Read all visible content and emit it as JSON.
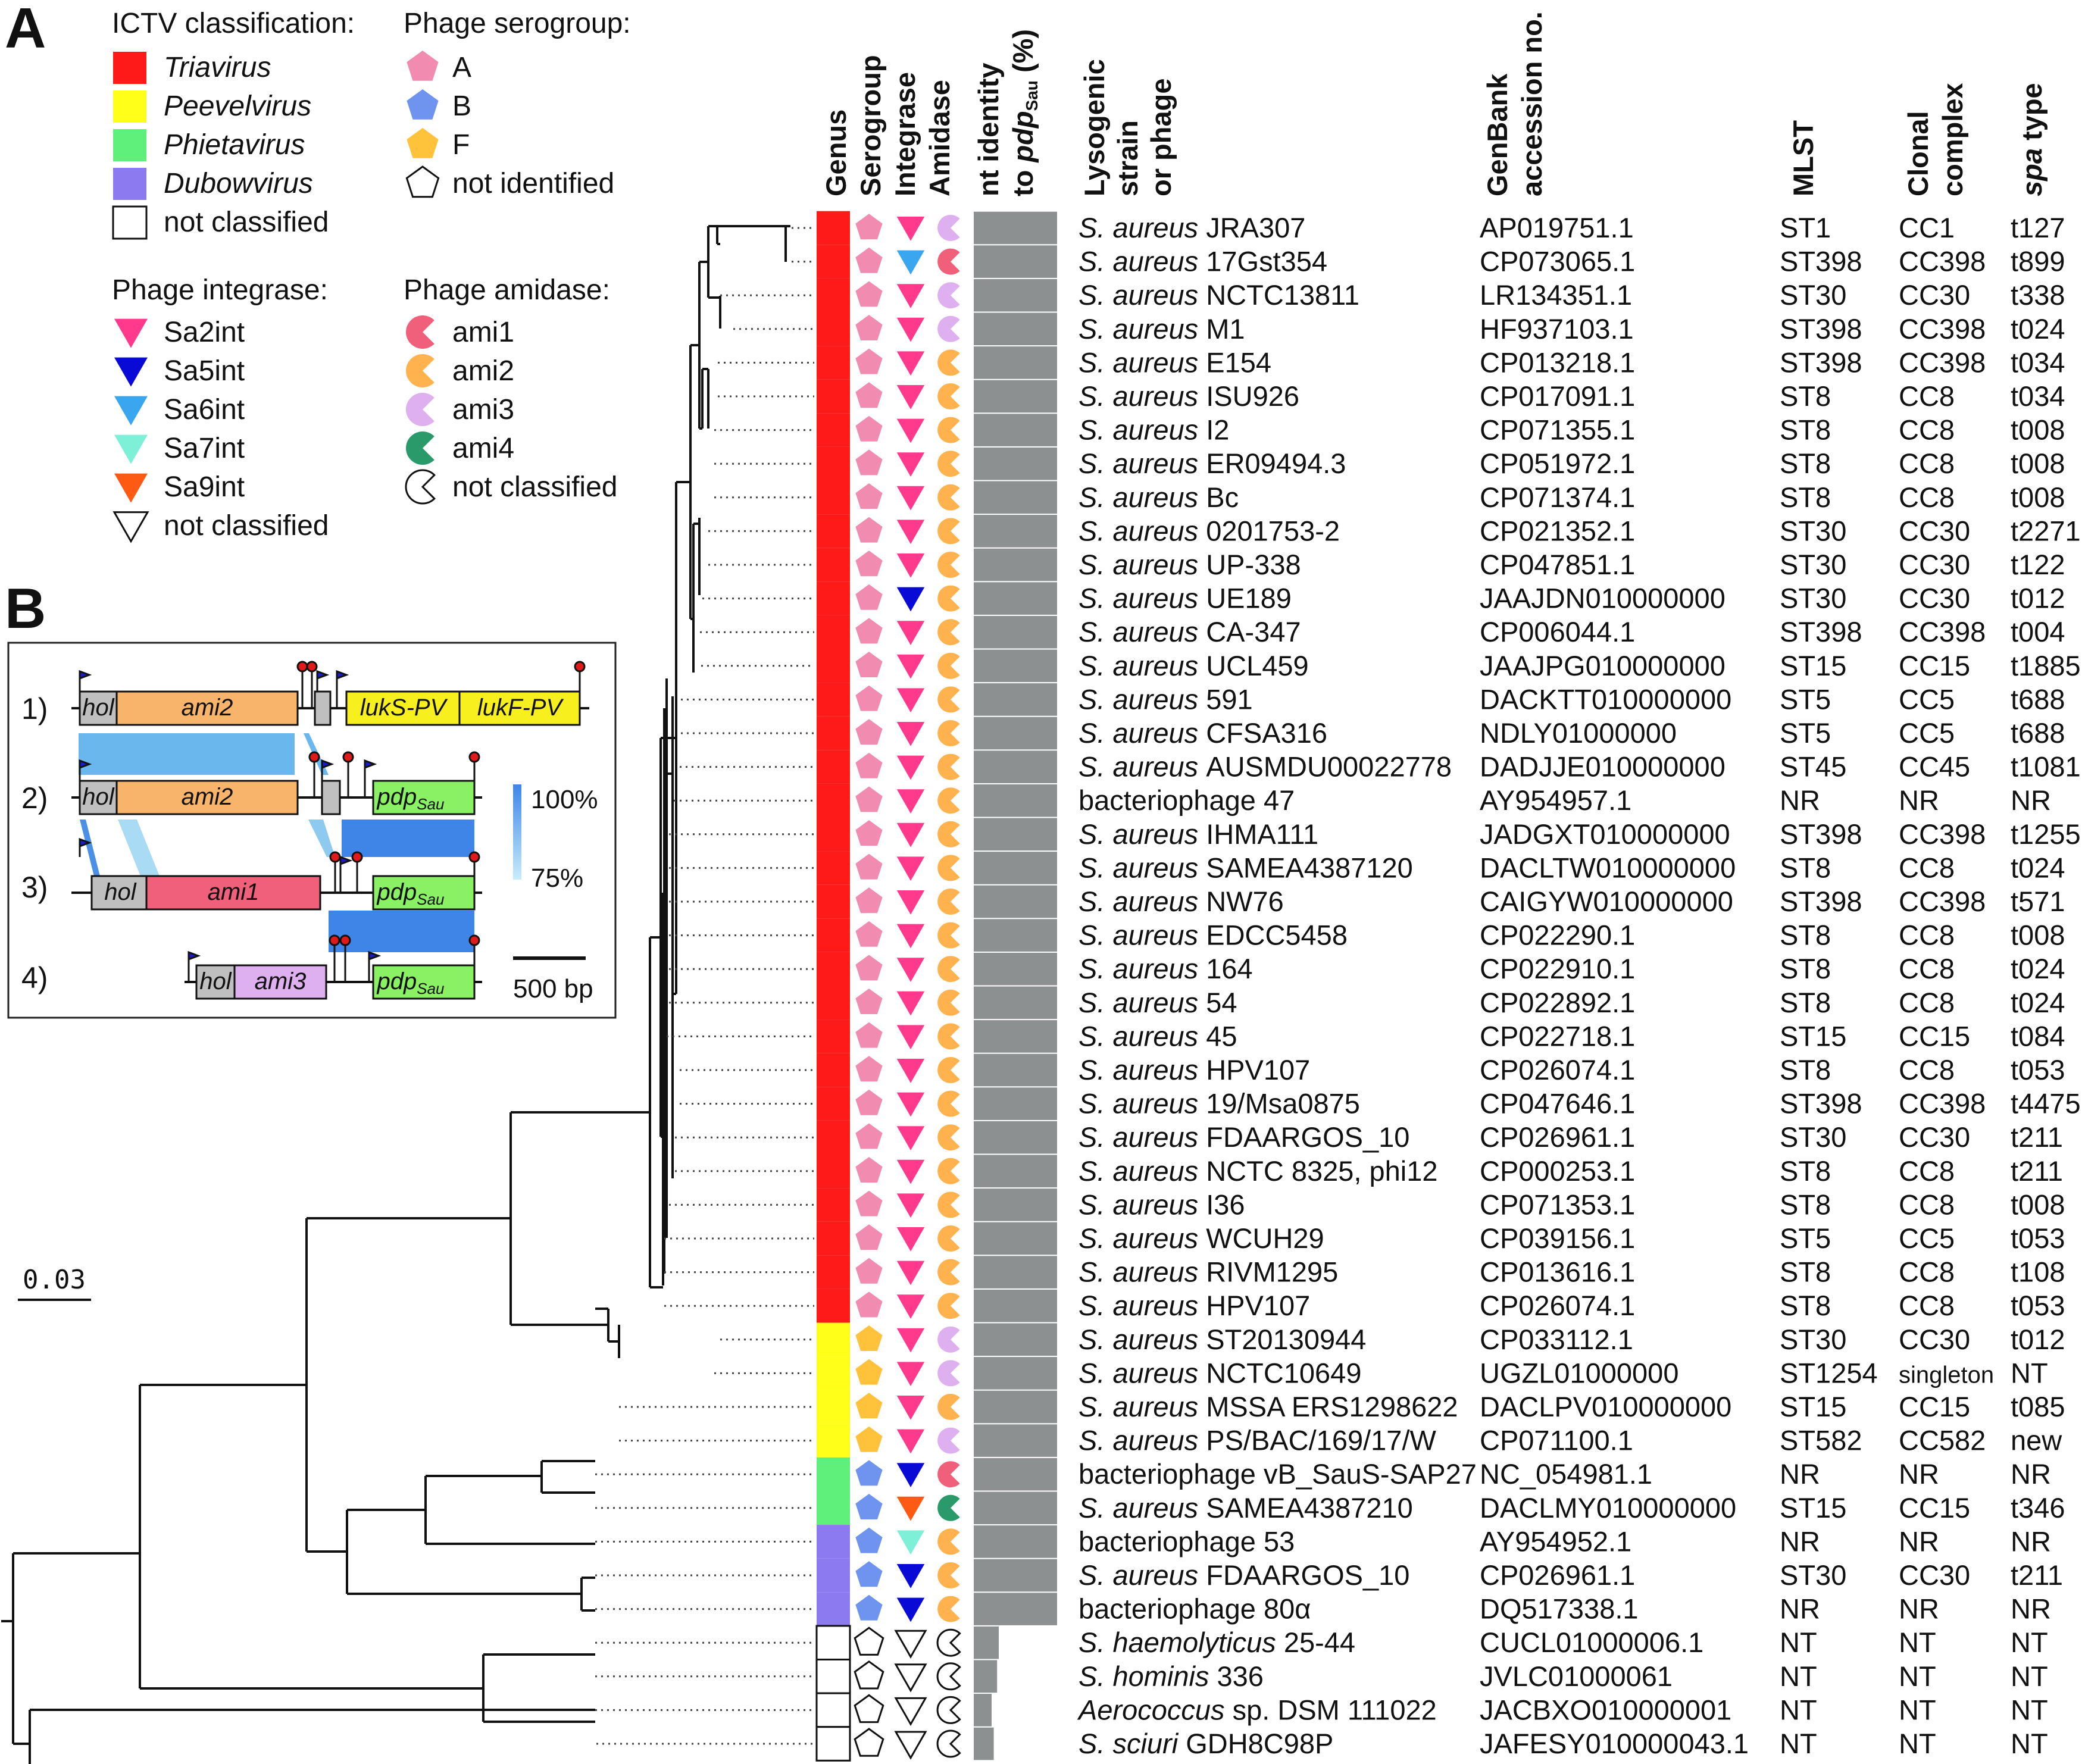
{
  "panel_labels": {
    "a": "A",
    "b": "B"
  },
  "legend": {
    "ictv_title": "ICTV classification:",
    "ictv": [
      {
        "label": "Triavirus",
        "color": "#ff1a1a"
      },
      {
        "label": "Peevelvirus",
        "color": "#ffff1a"
      },
      {
        "label": "Phietavirus",
        "color": "#5ef07a"
      },
      {
        "label": "Dubowvirus",
        "color": "#8c7bf0"
      },
      {
        "label": "not classified",
        "color": "#ffffff"
      }
    ],
    "serogroup_title": "Phage serogroup:",
    "serogroup": [
      {
        "label": "A",
        "color": "#f28bb0"
      },
      {
        "label": "B",
        "color": "#6f94f0"
      },
      {
        "label": "F",
        "color": "#ffc23a"
      },
      {
        "label": "not identified",
        "color": "#ffffff"
      }
    ],
    "integrase_title": "Phage integrase:",
    "integrase": [
      {
        "label": "Sa2int",
        "color": "#ff3a8c"
      },
      {
        "label": "Sa5int",
        "color": "#0a0ad6"
      },
      {
        "label": "Sa6int",
        "color": "#3aa6f0"
      },
      {
        "label": "Sa7int",
        "color": "#7ff0d8"
      },
      {
        "label": "Sa9int",
        "color": "#ff5a14"
      },
      {
        "label": "not classified",
        "color": "#ffffff"
      }
    ],
    "amidase_title": "Phage amidase:",
    "amidase": [
      {
        "label": "ami1",
        "color": "#f0607a"
      },
      {
        "label": "ami2",
        "color": "#ffb24d"
      },
      {
        "label": "ami3",
        "color": "#deb0f0"
      },
      {
        "label": "ami4",
        "color": "#2a9a6a"
      },
      {
        "label": "not classified",
        "color": "#ffffff"
      }
    ]
  },
  "column_headers": {
    "genus": "Genus",
    "serogroup": "Serogroup",
    "integrase": "Integrase",
    "amidase": "Amidase",
    "identity_line1": "nt identity",
    "identity_line2_prefix": "to ",
    "identity_gene": "pdp",
    "identity_sub": "Sau",
    "identity_suffix": " (%)",
    "strain_line1": "Lysogenic",
    "strain_line2": "strain",
    "strain_line3": "or phage",
    "genbank_line1": "GenBank",
    "genbank_line2": "accession no.",
    "mlst": "MLST",
    "cc_line1": "Clonal",
    "cc_line2": "complex",
    "spa_italic": "spa",
    "spa_rest": " type"
  },
  "scale_bar": "0.03",
  "rows": [
    {
      "genus": "Tri",
      "sero": "A",
      "int": "Sa2",
      "ami": "ami3",
      "identity": 100,
      "italic": "S. aureus",
      "name": "JRA307",
      "acc": "AP019751.1",
      "mlst": "ST1",
      "cc": "CC1",
      "spa": "t127"
    },
    {
      "genus": "Tri",
      "sero": "A",
      "int": "Sa6",
      "ami": "ami1",
      "identity": 100,
      "italic": "S. aureus",
      "name": "17Gst354",
      "acc": "CP073065.1",
      "mlst": "ST398",
      "cc": "CC398",
      "spa": "t899"
    },
    {
      "genus": "Tri",
      "sero": "A",
      "int": "Sa2",
      "ami": "ami3",
      "identity": 100,
      "italic": "S. aureus",
      "name": "NCTC13811",
      "acc": "LR134351.1",
      "mlst": "ST30",
      "cc": "CC30",
      "spa": "t338"
    },
    {
      "genus": "Tri",
      "sero": "A",
      "int": "Sa2",
      "ami": "ami3",
      "identity": 100,
      "italic": "S. aureus",
      "name": "M1",
      "acc": "HF937103.1",
      "mlst": "ST398",
      "cc": "CC398",
      "spa": "t024"
    },
    {
      "genus": "Tri",
      "sero": "A",
      "int": "Sa2",
      "ami": "ami2",
      "identity": 100,
      "italic": "S. aureus",
      "name": "E154",
      "acc": "CP013218.1",
      "mlst": "ST398",
      "cc": "CC398",
      "spa": "t034"
    },
    {
      "genus": "Tri",
      "sero": "A",
      "int": "Sa2",
      "ami": "ami2",
      "identity": 100,
      "italic": "S. aureus",
      "name": "ISU926",
      "acc": "CP017091.1",
      "mlst": "ST8",
      "cc": "CC8",
      "spa": "t034"
    },
    {
      "genus": "Tri",
      "sero": "A",
      "int": "Sa2",
      "ami": "ami2",
      "identity": 100,
      "italic": "S. aureus",
      "name": "I2",
      "acc": "CP071355.1",
      "mlst": "ST8",
      "cc": "CC8",
      "spa": "t008"
    },
    {
      "genus": "Tri",
      "sero": "A",
      "int": "Sa2",
      "ami": "ami2",
      "identity": 100,
      "italic": "S. aureus",
      "name": "ER09494.3",
      "acc": "CP051972.1",
      "mlst": "ST8",
      "cc": "CC8",
      "spa": "t008"
    },
    {
      "genus": "Tri",
      "sero": "A",
      "int": "Sa2",
      "ami": "ami2",
      "identity": 100,
      "italic": "S. aureus",
      "name": "Bc",
      "acc": "CP071374.1",
      "mlst": "ST8",
      "cc": "CC8",
      "spa": "t008"
    },
    {
      "genus": "Tri",
      "sero": "A",
      "int": "Sa2",
      "ami": "ami2",
      "identity": 100,
      "italic": "S. aureus",
      "name": "0201753-2",
      "acc": "CP021352.1",
      "mlst": "ST30",
      "cc": "CC30",
      "spa": "t2271"
    },
    {
      "genus": "Tri",
      "sero": "A",
      "int": "Sa2",
      "ami": "ami2",
      "identity": 100,
      "italic": "S. aureus",
      "name": "UP-338",
      "acc": "CP047851.1",
      "mlst": "ST30",
      "cc": "CC30",
      "spa": "t122"
    },
    {
      "genus": "Tri",
      "sero": "A",
      "int": "Sa5",
      "ami": "ami2",
      "identity": 100,
      "italic": "S. aureus",
      "name": "UE189",
      "acc": "JAAJDN010000000",
      "mlst": "ST30",
      "cc": "CC30",
      "spa": "t012"
    },
    {
      "genus": "Tri",
      "sero": "A",
      "int": "Sa2",
      "ami": "ami2",
      "identity": 100,
      "italic": "S. aureus",
      "name": "CA-347",
      "acc": "CP006044.1",
      "mlst": "ST398",
      "cc": "CC398",
      "spa": "t004"
    },
    {
      "genus": "Tri",
      "sero": "A",
      "int": "Sa2",
      "ami": "ami2",
      "identity": 100,
      "italic": "S. aureus",
      "name": "UCL459",
      "acc": "JAAJPG010000000",
      "mlst": "ST15",
      "cc": "CC15",
      "spa": "t1885"
    },
    {
      "genus": "Tri",
      "sero": "A",
      "int": "Sa2",
      "ami": "ami2",
      "identity": 100,
      "italic": "S. aureus",
      "name": "591",
      "acc": "DACKTT010000000",
      "mlst": "ST5",
      "cc": "CC5",
      "spa": "t688"
    },
    {
      "genus": "Tri",
      "sero": "A",
      "int": "Sa2",
      "ami": "ami2",
      "identity": 100,
      "italic": "S. aureus",
      "name": "CFSA316",
      "acc": "NDLY01000000",
      "mlst": "ST5",
      "cc": "CC5",
      "spa": "t688"
    },
    {
      "genus": "Tri",
      "sero": "A",
      "int": "Sa2",
      "ami": "ami2",
      "identity": 100,
      "italic": "S. aureus",
      "name": "AUSMDU00022778",
      "acc": "DADJJE010000000",
      "mlst": "ST45",
      "cc": "CC45",
      "spa": "t1081"
    },
    {
      "genus": "Tri",
      "sero": "A",
      "int": "Sa2",
      "ami": "ami2",
      "identity": 100,
      "italic": "",
      "name": "bacteriophage 47",
      "acc": "AY954957.1",
      "mlst": "NR",
      "cc": "NR",
      "spa": "NR"
    },
    {
      "genus": "Tri",
      "sero": "A",
      "int": "Sa2",
      "ami": "ami2",
      "identity": 100,
      "italic": "S. aureus",
      "name": "IHMA111",
      "acc": "JADGXT010000000",
      "mlst": "ST398",
      "cc": "CC398",
      "spa": "t1255"
    },
    {
      "genus": "Tri",
      "sero": "A",
      "int": "Sa2",
      "ami": "ami2",
      "identity": 100,
      "italic": "S. aureus",
      "name": "SAMEA4387120",
      "acc": "DACLTW010000000",
      "mlst": "ST8",
      "cc": "CC8",
      "spa": "t024"
    },
    {
      "genus": "Tri",
      "sero": "A",
      "int": "Sa2",
      "ami": "ami2",
      "identity": 100,
      "italic": "S. aureus",
      "name": "NW76",
      "acc": "CAIGYW010000000",
      "mlst": "ST398",
      "cc": "CC398",
      "spa": "t571"
    },
    {
      "genus": "Tri",
      "sero": "A",
      "int": "Sa2",
      "ami": "ami2",
      "identity": 100,
      "italic": "S. aureus",
      "name": "EDCC5458",
      "acc": "CP022290.1",
      "mlst": "ST8",
      "cc": "CC8",
      "spa": "t008"
    },
    {
      "genus": "Tri",
      "sero": "A",
      "int": "Sa2",
      "ami": "ami2",
      "identity": 100,
      "italic": "S. aureus",
      "name": "164",
      "acc": "CP022910.1",
      "mlst": "ST8",
      "cc": "CC8",
      "spa": "t024"
    },
    {
      "genus": "Tri",
      "sero": "A",
      "int": "Sa2",
      "ami": "ami2",
      "identity": 100,
      "italic": "S. aureus",
      "name": "54",
      "acc": "CP022892.1",
      "mlst": "ST8",
      "cc": "CC8",
      "spa": "t024"
    },
    {
      "genus": "Tri",
      "sero": "A",
      "int": "Sa2",
      "ami": "ami2",
      "identity": 100,
      "italic": "S. aureus",
      "name": "45",
      "acc": "CP022718.1",
      "mlst": "ST15",
      "cc": "CC15",
      "spa": "t084"
    },
    {
      "genus": "Tri",
      "sero": "A",
      "int": "Sa2",
      "ami": "ami2",
      "identity": 100,
      "italic": "S. aureus",
      "name": "HPV107",
      "acc": "CP026074.1",
      "mlst": "ST8",
      "cc": "CC8",
      "spa": "t053"
    },
    {
      "genus": "Tri",
      "sero": "A",
      "int": "Sa2",
      "ami": "ami2",
      "identity": 100,
      "italic": "S. aureus",
      "name": "19/Msa0875",
      "acc": "CP047646.1",
      "mlst": "ST398",
      "cc": "CC398",
      "spa": "t4475"
    },
    {
      "genus": "Tri",
      "sero": "A",
      "int": "Sa2",
      "ami": "ami2",
      "identity": 100,
      "italic": "S. aureus",
      "name": "FDAARGOS_10",
      "acc": "CP026961.1",
      "mlst": "ST30",
      "cc": "CC30",
      "spa": "t211"
    },
    {
      "genus": "Tri",
      "sero": "A",
      "int": "Sa2",
      "ami": "ami2",
      "identity": 100,
      "italic": "S. aureus",
      "name": "NCTC 8325, phi12",
      "acc": "CP000253.1",
      "mlst": "ST8",
      "cc": "CC8",
      "spa": "t211"
    },
    {
      "genus": "Tri",
      "sero": "A",
      "int": "Sa2",
      "ami": "ami2",
      "identity": 100,
      "italic": "S. aureus",
      "name": "I36",
      "acc": "CP071353.1",
      "mlst": "ST8",
      "cc": "CC8",
      "spa": "t008"
    },
    {
      "genus": "Tri",
      "sero": "A",
      "int": "Sa2",
      "ami": "ami2",
      "identity": 100,
      "italic": "S. aureus",
      "name": "WCUH29",
      "acc": "CP039156.1",
      "mlst": "ST5",
      "cc": "CC5",
      "spa": "t053"
    },
    {
      "genus": "Tri",
      "sero": "A",
      "int": "Sa2",
      "ami": "ami2",
      "identity": 100,
      "italic": "S. aureus",
      "name": "RIVM1295",
      "acc": "CP013616.1",
      "mlst": "ST8",
      "cc": "CC8",
      "spa": "t108"
    },
    {
      "genus": "Tri",
      "sero": "A",
      "int": "Sa2",
      "ami": "ami2",
      "identity": 100,
      "italic": "S. aureus",
      "name": "HPV107",
      "acc": "CP026074.1",
      "mlst": "ST8",
      "cc": "CC8",
      "spa": "t053"
    },
    {
      "genus": "Pee",
      "sero": "F",
      "int": "Sa2",
      "ami": "ami3",
      "identity": 100,
      "italic": "S. aureus",
      "name": "ST20130944",
      "acc": "CP033112.1",
      "mlst": "ST30",
      "cc": "CC30",
      "spa": "t012"
    },
    {
      "genus": "Pee",
      "sero": "F",
      "int": "Sa2",
      "ami": "ami3",
      "identity": 100,
      "italic": "S. aureus",
      "name": "NCTC10649",
      "acc": "UGZL01000000",
      "mlst": "ST1254",
      "cc": "singleton",
      "spa": "NT"
    },
    {
      "genus": "Pee",
      "sero": "F",
      "int": "Sa2",
      "ami": "ami2",
      "identity": 100,
      "italic": "S. aureus",
      "name": "MSSA ERS1298622",
      "acc": "DACLPV010000000",
      "mlst": "ST15",
      "cc": "CC15",
      "spa": "t085"
    },
    {
      "genus": "Pee",
      "sero": "F",
      "int": "Sa2",
      "ami": "ami3",
      "identity": 100,
      "italic": "S. aureus",
      "name": "PS/BAC/169/17/W",
      "acc": "CP071100.1",
      "mlst": "ST582",
      "cc": "CC582",
      "spa": "new"
    },
    {
      "genus": "Phi",
      "sero": "B",
      "int": "Sa5",
      "ami": "ami1",
      "identity": 100,
      "italic": "",
      "name": "bacteriophage vB_SauS-SAP27",
      "acc": "NC_054981.1",
      "mlst": "NR",
      "cc": "NR",
      "spa": "NR"
    },
    {
      "genus": "Phi",
      "sero": "B",
      "int": "Sa9",
      "ami": "ami4",
      "identity": 100,
      "italic": "S. aureus",
      "name": "SAMEA4387210",
      "acc": "DACLMY010000000",
      "mlst": "ST15",
      "cc": "CC15",
      "spa": "t346"
    },
    {
      "genus": "Dub",
      "sero": "B",
      "int": "Sa7",
      "ami": "ami2",
      "identity": 100,
      "italic": "",
      "name": "bacteriophage 53",
      "acc": "AY954952.1",
      "mlst": "NR",
      "cc": "NR",
      "spa": "NR"
    },
    {
      "genus": "Dub",
      "sero": "B",
      "int": "Sa5",
      "ami": "ami2",
      "identity": 100,
      "italic": "S. aureus",
      "name": "FDAARGOS_10",
      "acc": "CP026961.1",
      "mlst": "ST30",
      "cc": "CC30",
      "spa": "t211"
    },
    {
      "genus": "Dub",
      "sero": "B",
      "int": "Sa5",
      "ami": "ami2",
      "identity": 100,
      "italic": "",
      "name": "bacteriophage 80α",
      "acc": "DQ517338.1",
      "mlst": "NR",
      "cc": "NR",
      "spa": "NR"
    },
    {
      "genus": "NC",
      "sero": "NI",
      "int": "NC",
      "ami": "NC",
      "identity": 85,
      "italic": "S. haemolyticus",
      "name": "25-44",
      "acc": "CUCL01000006.1",
      "mlst": "NT",
      "cc": "NT",
      "spa": "NT"
    },
    {
      "genus": "NC",
      "sero": "NI",
      "int": "NC",
      "ami": "NC",
      "identity": 84,
      "italic": "S. hominis",
      "name": "336",
      "acc": "JVLC01000061",
      "mlst": "NT",
      "cc": "NT",
      "spa": "NT"
    },
    {
      "genus": "NC",
      "sero": "NI",
      "int": "NC",
      "ami": "NC",
      "identity": 75,
      "italic": "Aerococcus",
      "name": "sp. DSM 111022",
      "acc": "JACBXO010000001",
      "mlst": "NT",
      "cc": "NT",
      "spa": "NT"
    },
    {
      "genus": "NC",
      "sero": "NI",
      "int": "NC",
      "ami": "NC",
      "identity": 82,
      "italic": "S. sciuri",
      "name": "GDH8C98P",
      "acc": "JAFESY010000043.1",
      "mlst": "NT",
      "cc": "NT",
      "spa": "NT"
    }
  ],
  "panel_b": {
    "genes": {
      "hol": "hol",
      "ami1": "ami1",
      "ami2": "ami2",
      "ami3": "ami3",
      "lukS": "lukS-PV",
      "lukF": "lukF-PV",
      "pdp": "pdp",
      "pdp_sub": "Sau"
    },
    "row_labels": [
      "1)",
      "2)",
      "3)",
      "4)"
    ],
    "identity_scale": {
      "max": "100%",
      "min": "75%"
    },
    "scale_bar": "500 bp"
  }
}
